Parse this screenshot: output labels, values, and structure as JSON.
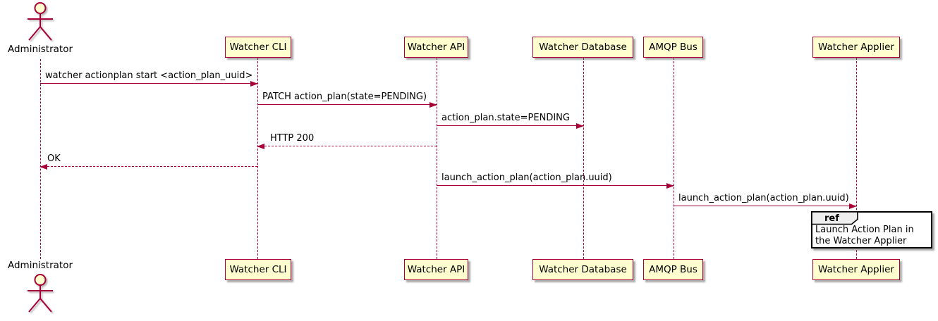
{
  "diagram": {
    "type": "uml-sequence",
    "actor": "Administrator",
    "participants": [
      "Watcher CLI",
      "Watcher API",
      "Watcher Database",
      "AMQP Bus",
      "Watcher Applier"
    ],
    "messages": [
      {
        "text": "watcher actionplan start <action_plan_uuid>",
        "from": "Administrator",
        "to": "Watcher CLI",
        "line": "solid"
      },
      {
        "text": "PATCH action_plan(state=PENDING)",
        "from": "Watcher CLI",
        "to": "Watcher API",
        "line": "solid"
      },
      {
        "text": "action_plan.state=PENDING",
        "from": "Watcher API",
        "to": "Watcher Database",
        "line": "solid"
      },
      {
        "text": "HTTP 200",
        "from": "Watcher API",
        "to": "Watcher CLI",
        "line": "dashed"
      },
      {
        "text": "OK",
        "from": "Watcher CLI",
        "to": "Administrator",
        "line": "dashed"
      },
      {
        "text": "launch_action_plan(action_plan.uuid)",
        "from": "Watcher API",
        "to": "AMQP Bus",
        "line": "solid"
      },
      {
        "text": "launch_action_plan(action_plan.uuid)",
        "from": "AMQP Bus",
        "to": "Watcher Applier",
        "line": "solid"
      }
    ],
    "ref": {
      "keyword": "ref",
      "text": "Launch Action Plan in the Watcher Applier",
      "over": "Watcher Applier"
    },
    "colors": {
      "box_fill": "#FEFECE",
      "border": "#A80036",
      "lifeline": "#A80036",
      "arrow": "#A80036",
      "text": "#000000",
      "ref_tab_fill": "#EEEEEE",
      "ref_border": "#000000"
    }
  }
}
